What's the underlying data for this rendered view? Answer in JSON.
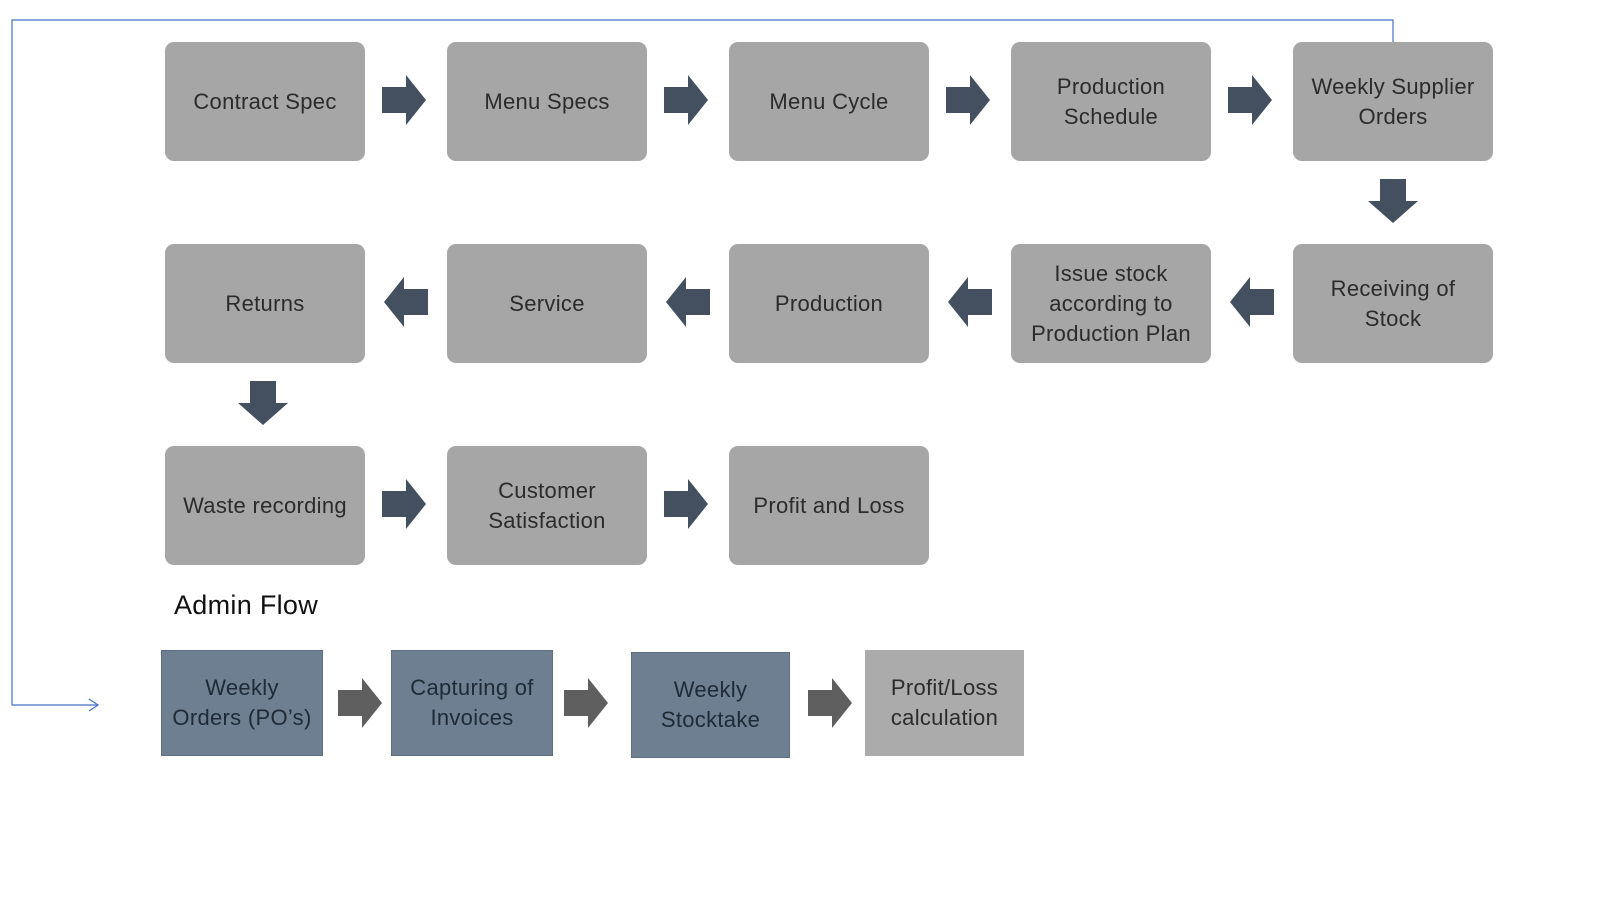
{
  "colors": {
    "box_fill": "#a6a6a6",
    "admin_box_fill": "#6d7f91",
    "arrow_dark": "#44505f",
    "arrow_grey": "#5f5f5f",
    "connector_line": "#4472c4"
  },
  "main_flow": [
    "Contract Spec",
    "Menu Specs",
    "Menu Cycle",
    "Production\nSchedule",
    "Weekly Supplier\nOrders",
    "Receiving of\nStock",
    "Issue stock\naccording to\nProduction Plan",
    "Production",
    "Service",
    "Returns",
    "Waste recording",
    "Customer\nSatisfaction",
    "Profit and Loss"
  ],
  "admin_flow": {
    "title": "Admin Flow",
    "steps": [
      "Weekly\nOrders (PO’s)",
      "Capturing of\nInvoices",
      "Weekly\nStocktake",
      "Profit/Loss\ncalculation"
    ]
  }
}
